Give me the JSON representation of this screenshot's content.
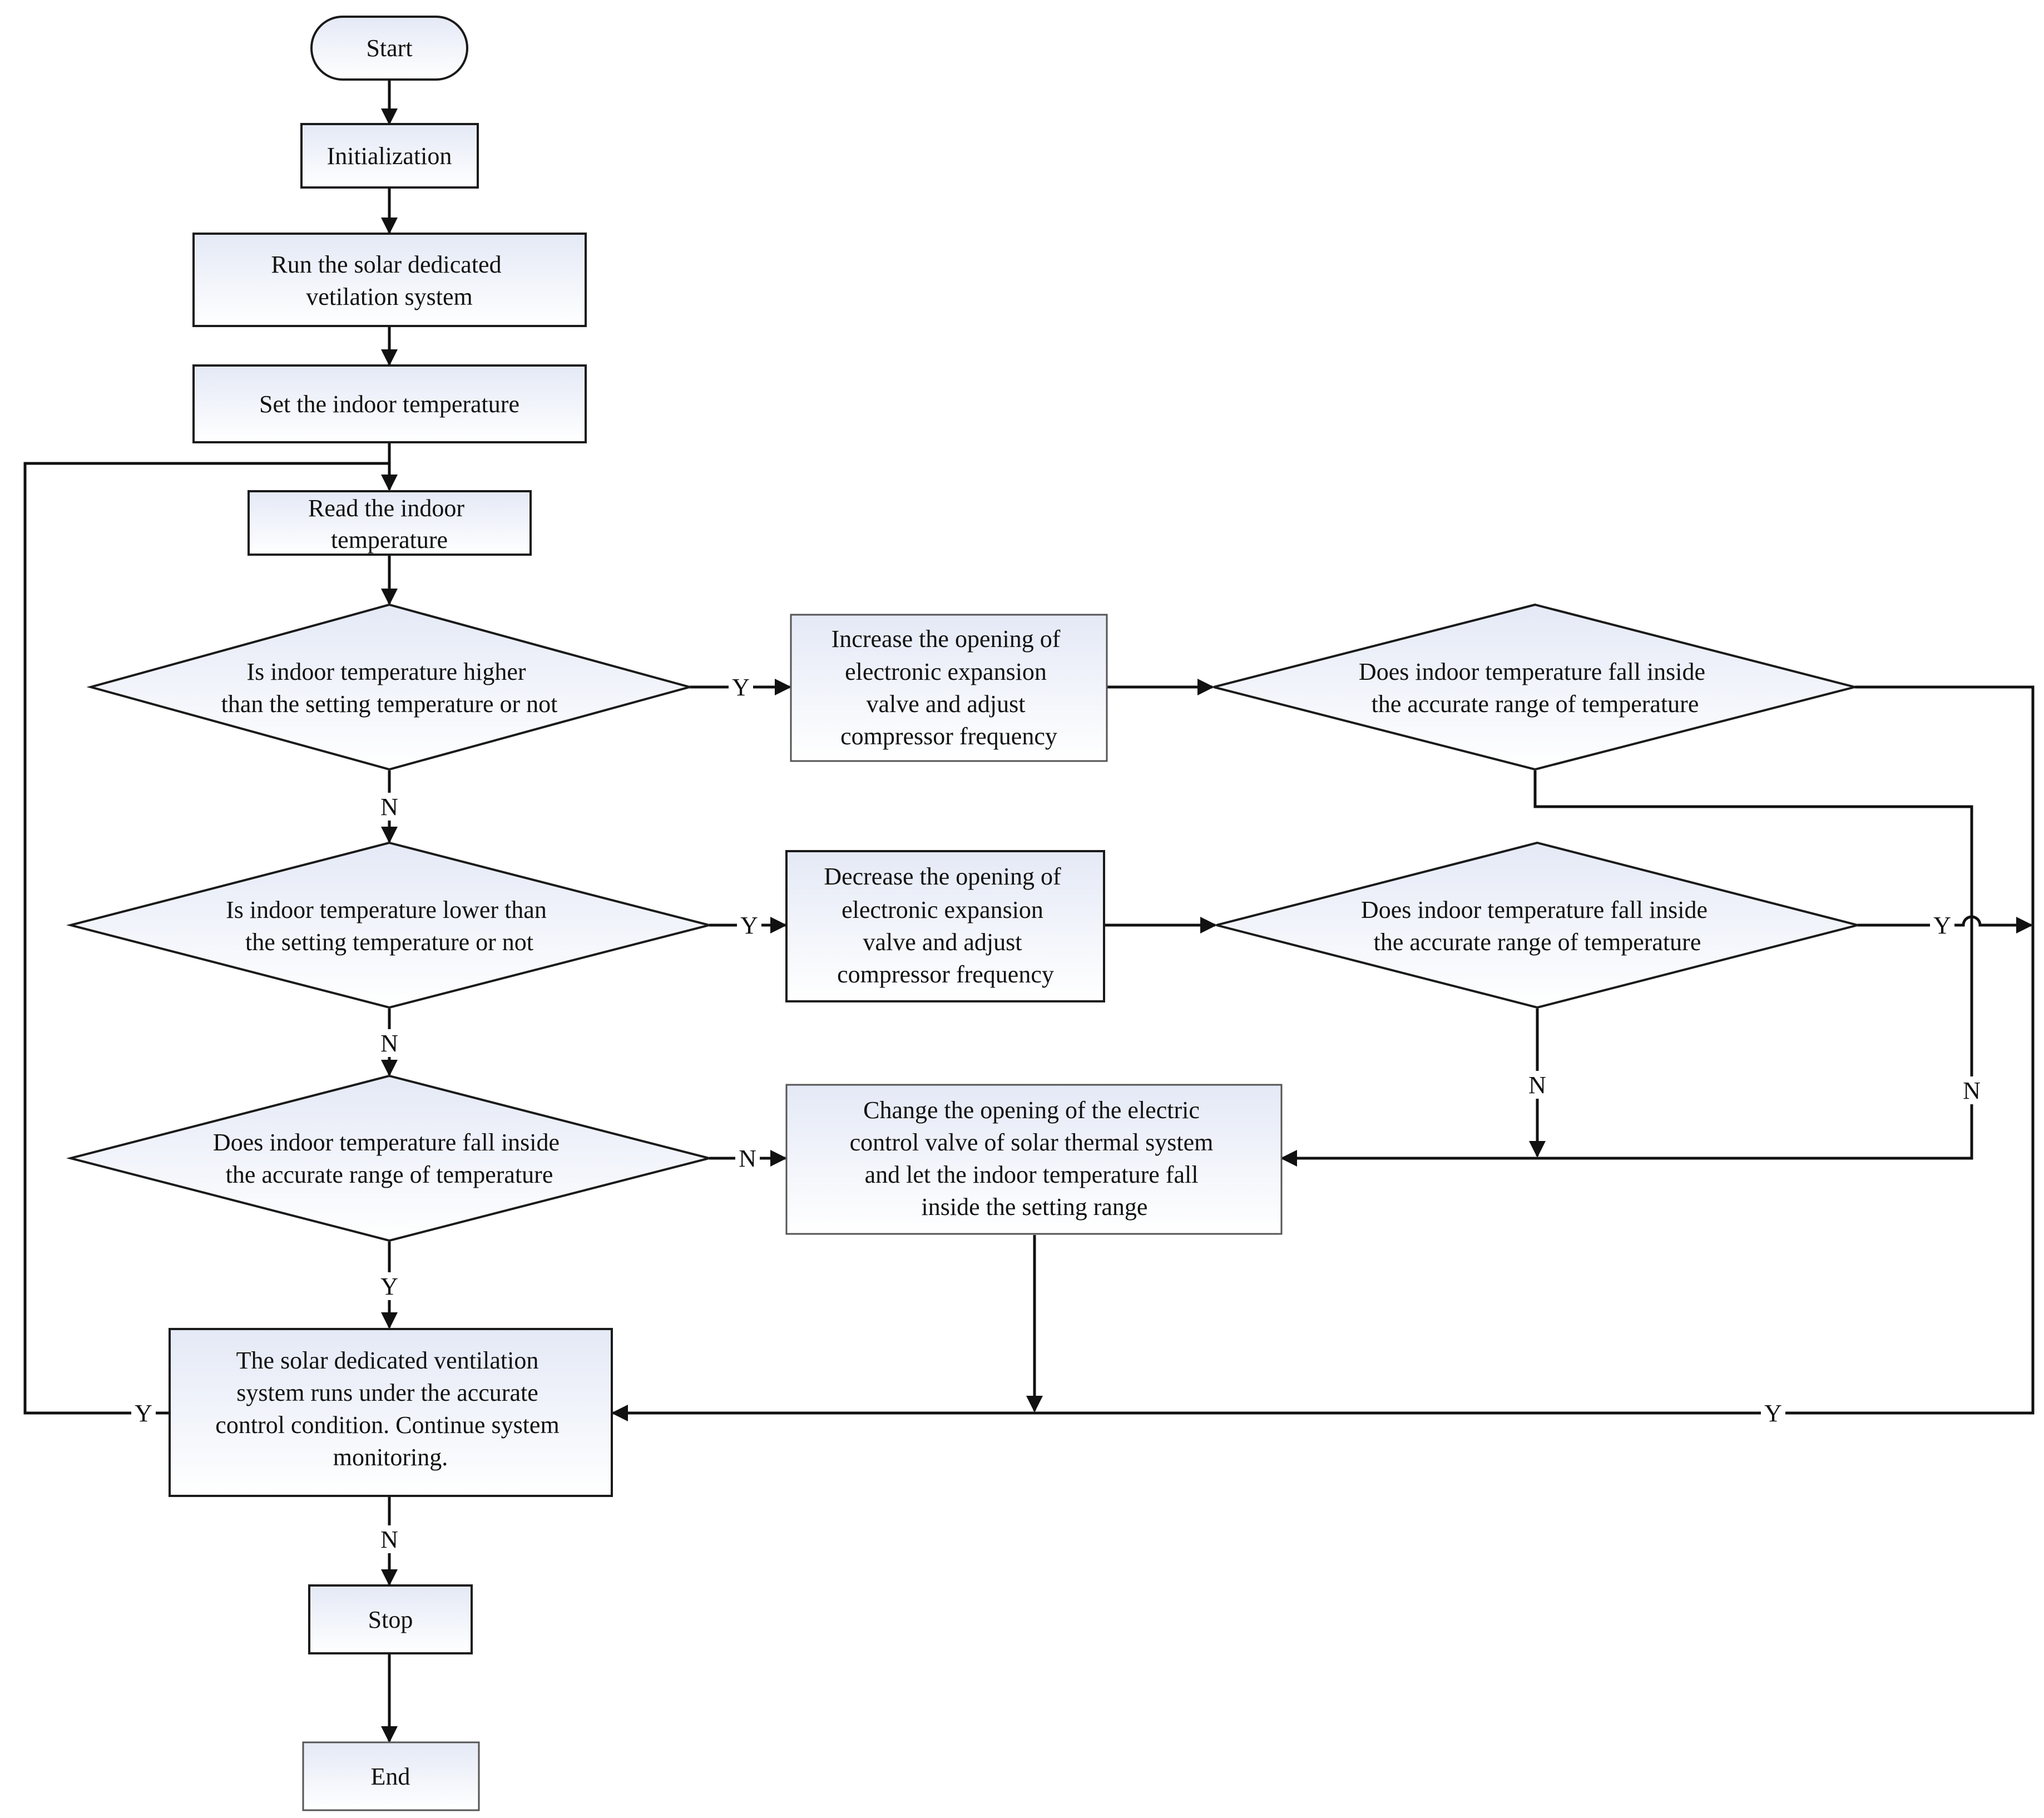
{
  "nodes": {
    "start": [
      "Start"
    ],
    "init": [
      "Initialization"
    ],
    "run": [
      "Run the solar dedicated",
      "vetilation system"
    ],
    "set": [
      "Set the indoor temperature"
    ],
    "read": [
      "Read the indoor",
      "temperature"
    ],
    "d_high": [
      "Is indoor temperature higher",
      "than the setting temperature or not"
    ],
    "inc": [
      "Increase the opening of",
      "electronic expansion",
      "valve and adjust",
      "compressor frequency"
    ],
    "d_range1": [
      "Does indoor temperature  fall inside",
      "the accurate range of temperature"
    ],
    "d_low": [
      "Is indoor temperature lower than",
      "the setting temperature  or not"
    ],
    "dec": [
      "Decrease the opening of",
      "electronic expansion",
      "valve and adjust",
      "compressor frequency"
    ],
    "d_range2": [
      "Does indoor temperature  fall inside",
      "the accurate range of temperature"
    ],
    "d_range3": [
      "Does indoor temperature  fall inside",
      "the accurate range of temperature"
    ],
    "change": [
      "Change the opening of the electric",
      "control valve of solar thermal system",
      "and let the indoor temperature fall",
      "inside the setting range"
    ],
    "accurate": [
      "The solar dedicated ventilation",
      "system runs under the accurate",
      "control condition. Continue system",
      "monitoring."
    ],
    "stop": [
      "Stop"
    ],
    "end": [
      "End"
    ]
  },
  "edge_labels": {
    "high_yes": "Y",
    "high_no": "N",
    "low_yes": "Y",
    "low_no": "N",
    "range3_no": "N",
    "range3_yes": "Y",
    "range2_yes": "Y",
    "range2_no": "N",
    "range1_no": "N",
    "range1_yes": "Y",
    "loop_yes": "Y",
    "monitor_no": "N"
  }
}
